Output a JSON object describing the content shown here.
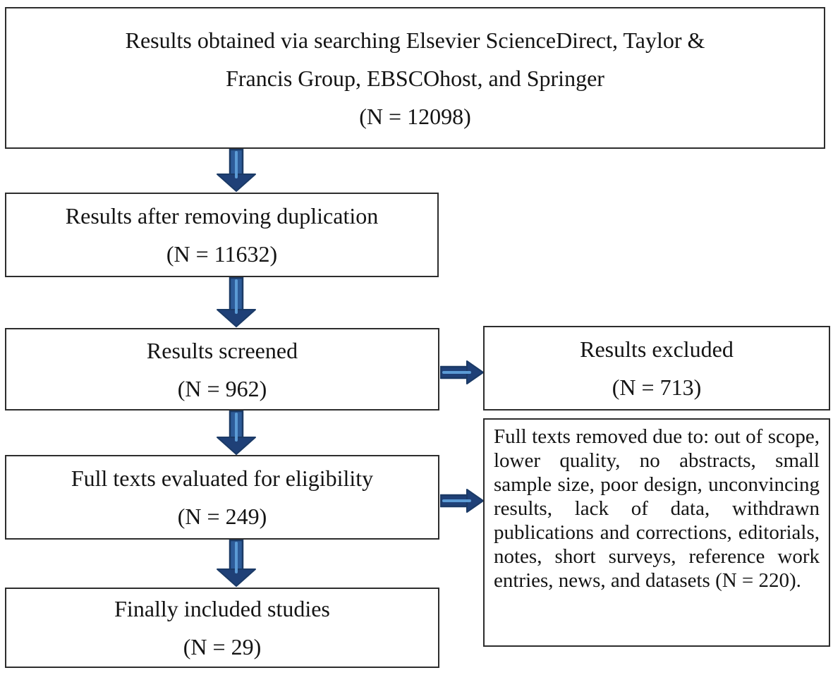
{
  "figure_type": "prisma-flow-diagram",
  "boxes": {
    "search": {
      "lines": [
        "Results obtained via searching Elsevier ScienceDirect, Taylor &",
        "Francis Group, EBSCOhost, and Springer",
        "(N = 12098)"
      ]
    },
    "dedup": {
      "lines": [
        "Results after removing duplication",
        "(N = 11632)"
      ]
    },
    "screened": {
      "lines": [
        "Results screened",
        "(N = 962)"
      ]
    },
    "excluded": {
      "lines": [
        "Results excluded",
        "(N = 713)"
      ]
    },
    "eligibility": {
      "lines": [
        "Full texts evaluated for eligibility",
        "(N = 249)"
      ]
    },
    "removed": {
      "text": "Full texts removed due to: out of scope, lower quality, no abstracts, small sample size, poor design, unconvincing results, lack of data, withdrawn publications and corrections, editorials, notes, short surveys, reference work entries, news, and datasets (N = 220)."
    },
    "included": {
      "lines": [
        "Finally included studies",
        "(N = 29)"
      ]
    }
  },
  "counts": {
    "identified": 12098,
    "after_deduplication": 11632,
    "screened": 962,
    "excluded": 713,
    "fulltext_evaluated": 249,
    "fulltext_removed": 220,
    "included": 29
  },
  "colors": {
    "arrow_shaft": "#2e5c99",
    "arrow_head": "#1f4077",
    "arrow_outline": "#1b3a66",
    "arrow_highlight": "#5b9bd5",
    "box_border": "#2d2d2d",
    "text": "#141414",
    "background": "#ffffff"
  }
}
